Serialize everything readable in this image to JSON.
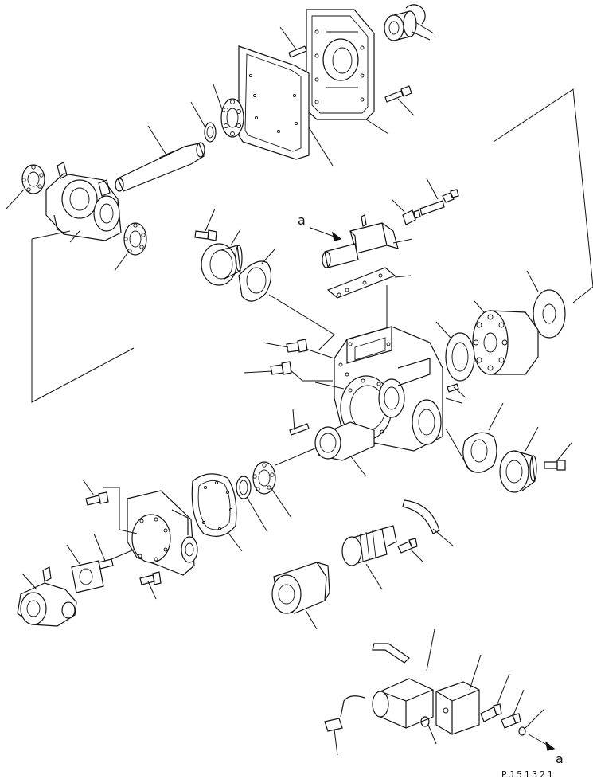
{
  "labels": {
    "ref_a_top": "a",
    "ref_a_bottom": "a"
  },
  "figure_code": "PJ51321"
}
